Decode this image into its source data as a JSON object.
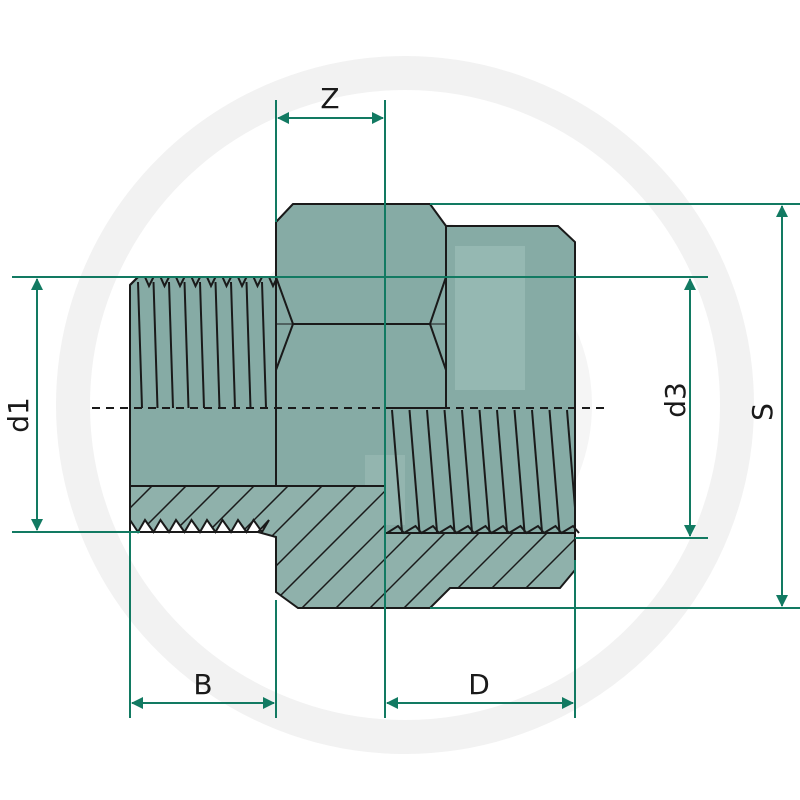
{
  "labels": {
    "z": "Z",
    "b": "B",
    "d": "D",
    "d1": "d1",
    "d3": "d3",
    "s": "S"
  },
  "colors": {
    "body_fill": "#86aba5",
    "body_fill_light": "#a3c2bd",
    "section_fill": "#8fb1ab",
    "outline": "#1a1a1a",
    "dimension": "#127a62",
    "watermark": "#f1f1f1"
  }
}
